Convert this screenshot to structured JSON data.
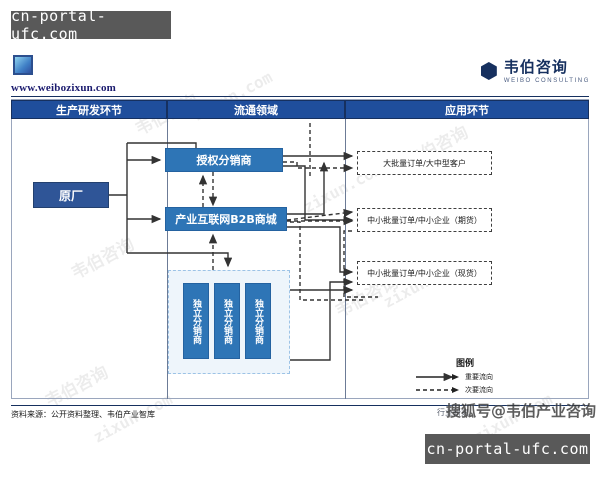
{
  "overlay": {
    "top_badge": "cn-portal-ufc.com",
    "bottom_badge": "cn-portal-ufc.com"
  },
  "header": {
    "logo_icon": "gradient-square-logo",
    "site_url": "www.weibozixun.com",
    "brand_icon": "hexagon-icon",
    "brand_cn": "韦伯咨询",
    "brand_en": "WEIBO CONSULTING"
  },
  "columns": [
    {
      "label": "生产研发环节"
    },
    {
      "label": "流通领域"
    },
    {
      "label": "应用环节"
    }
  ],
  "nodes": {
    "oem": "原厂",
    "authorized_distributor": "授权分销商",
    "b2b_mall": "产业互联网B2B商城",
    "independent_1": "独立分销商",
    "independent_2": "独立分销商",
    "independent_3": "独立分销商"
  },
  "targets": [
    {
      "label": "大批量订单/大中型客户"
    },
    {
      "label": "中小批量订单/中小企业（期货）"
    },
    {
      "label": "中小批量订单/中小企业（现货）"
    }
  ],
  "legend": {
    "title": "图例",
    "items": [
      {
        "style": "solid",
        "label": "重要流向"
      },
      {
        "style": "dashed",
        "label": "次要流向"
      }
    ]
  },
  "footer": {
    "source": "资料来源：公开资料整理、韦伯产业智库",
    "industry_note": "行业研究",
    "sohu_watermark": "搜狐号@韦伯产业咨询"
  },
  "watermarks": {
    "cn": "韦伯咨询",
    "en": "zixun.com"
  },
  "colors": {
    "header_blue": "#1f4e9c",
    "node_blue": "#2e75b6",
    "oem_blue": "#2f5597",
    "brand_navy": "#16305f",
    "dashed_group_fill": "#eef5fb",
    "badge_gray": "#595959"
  }
}
